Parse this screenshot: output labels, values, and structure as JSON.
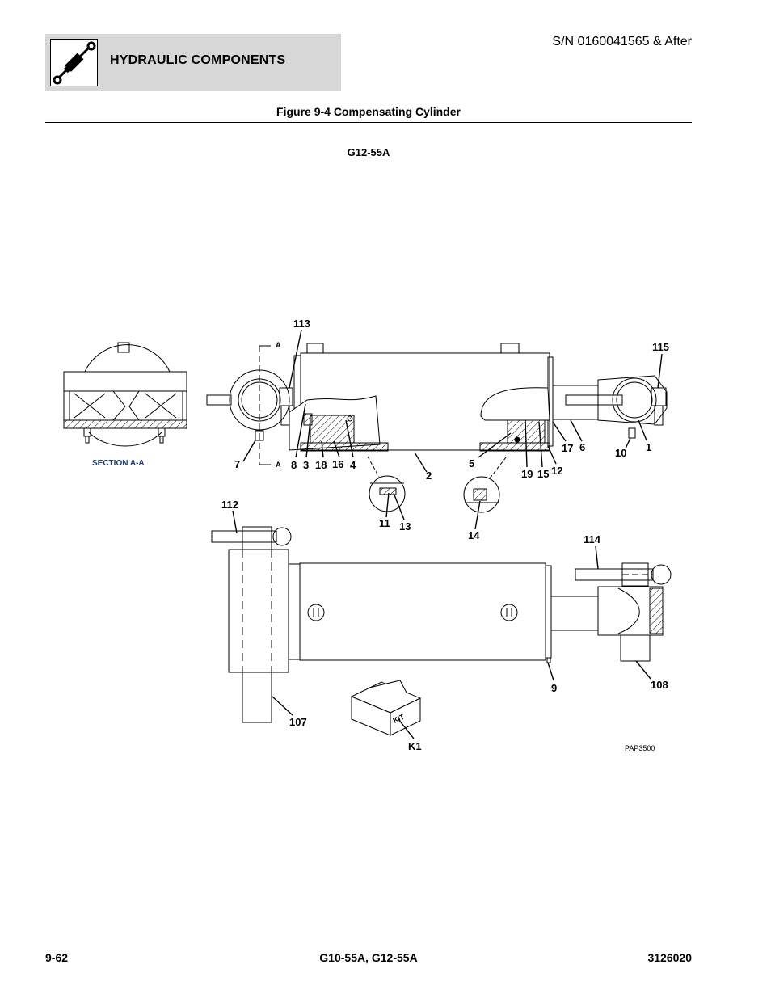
{
  "header": {
    "section_title": "HYDRAULIC COMPONENTS",
    "serial_number": "S/N 0160041565 & After",
    "icon": "hydraulic-cylinder-icon"
  },
  "figure": {
    "title": "Figure 9-4 Compensating Cylinder",
    "model": "G12-55A",
    "section_label": "SECTION  A-A",
    "section_marker": "A",
    "art_number": "PAP3500",
    "kit_text": "KIT"
  },
  "callouts": {
    "c113": "113",
    "c115": "115",
    "c7": "7",
    "c8": "8",
    "c3": "3",
    "c18": "18",
    "c16": "16",
    "c4": "4",
    "c2": "2",
    "c5": "5",
    "c19": "19",
    "c15": "15",
    "c12": "12",
    "c17": "17",
    "c6": "6",
    "c10": "10",
    "c1": "1",
    "c11": "11",
    "c13": "13",
    "c14": "14",
    "c112": "112",
    "c114": "114",
    "c9": "9",
    "c108": "108",
    "c107": "107",
    "cK1": "K1"
  },
  "footer": {
    "page": "9-62",
    "models": "G10-55A, G12-55A",
    "doc_number": "3126020"
  }
}
